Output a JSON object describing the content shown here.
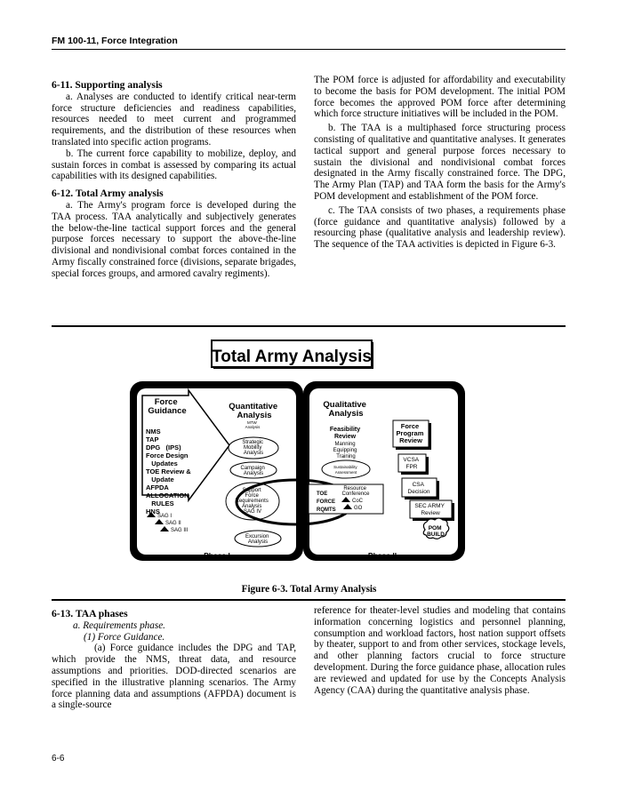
{
  "header": {
    "title": "FM 100-11, Force Integration"
  },
  "left_column": {
    "s611_heading": "6-11. Supporting analysis",
    "s611_a": "a. Analyses are conducted to identify critical near-term force structure deficiencies and readiness capabilities, resources needed to meet current and programmed requirements, and the distribution of these resources when translated into specific action programs.",
    "s611_b": "b. The current force capability to mobilize, deploy, and sustain forces in combat is assessed by comparing its actual capabilities with its designed capabilities.",
    "s612_heading": "6-12. Total Army analysis",
    "s612_a": "a. The Army's program force is developed during the TAA process. TAA analytically and subjectively generates the below-the-line tactical support forces and the general purpose forces necessary to support the above-the-line divisional and nondivisional combat forces contained in the Army fiscally constrained force (divisions, separate brigades, special forces groups, and armored cavalry regiments)."
  },
  "right_column": {
    "p1": "The POM force is adjusted for affordability and executability to become the basis for POM development. The initial POM force becomes the approved POM force after determining which force structure initiatives will be included in the POM.",
    "p_b": "b. The TAA is a multiphased force structuring process consisting of qualitative and quantitative analyses. It generates tactical support and general purpose forces necessary to sustain the divisional and nondivisional combat forces designated in the Army fiscally constrained force. The DPG, The Army Plan (TAP) and TAA form the basis for the Army's POM development and establishment of the POM force.",
    "p_c": "c. The TAA consists of two phases, a requirements phase (force guidance and quantitative analysis) followed by a resourcing phase (qualitative analysis and leadership review). The sequence of the TAA activities is depicted in Figure 6-3."
  },
  "figure": {
    "title": "Total Army Analysis",
    "caption": "Figure 6-3. Total Army Analysis",
    "force_guidance": {
      "title": [
        "Force",
        "Guidance"
      ],
      "items": [
        "NMS",
        "TAP",
        "DPG   (IPS)",
        "Force Design",
        "   Updates",
        "TOE Review &",
        "   Update",
        "AFPDA",
        "ALLOCATION",
        "   RULES",
        "HNS"
      ],
      "sags": [
        "SAG I",
        "SAG II",
        "SAG III"
      ]
    },
    "quantitative": {
      "title": [
        "Quantitative",
        "Analysis"
      ],
      "mtw": [
        "MTW",
        "Analysis"
      ],
      "strategic": [
        "Strategic",
        "Mobility",
        "Analysis"
      ],
      "campaign": [
        "Campaign",
        "Analysis"
      ],
      "support": [
        "Support",
        "Force",
        "Requirements",
        "Analysis",
        "SAG IV"
      ],
      "excursion": [
        "Excursion",
        "Analysis"
      ]
    },
    "qualitative": {
      "title": [
        "Qualitative",
        "Analysis"
      ],
      "feasibility": [
        "Feasibility",
        "Review",
        "Manning",
        "Equipping",
        "Training"
      ],
      "sustainability": [
        "Sustainability",
        "Assessment"
      ],
      "resource": [
        "Resource",
        "Conference"
      ],
      "toe_block": [
        "TOE",
        "FORCE",
        "RQMTS"
      ],
      "coc": "CoC",
      "go": "GO"
    },
    "review": {
      "force_program": [
        "Force",
        "Program",
        "Review"
      ],
      "vcsa": [
        "VCSA",
        "FPR"
      ],
      "csa": [
        "CSA",
        "Decision"
      ],
      "sec_army": [
        "SEC ARMY",
        "Review"
      ],
      "pom": [
        "POM",
        "BUILD"
      ]
    },
    "phase1": "Phase I",
    "phase2": "Phase II"
  },
  "bottom_left": {
    "s613_heading": "6-13. TAA phases",
    "sub_a": "a. Requirements phase.",
    "sub_1": "(1) Force Guidance.",
    "para": "(a) Force guidance includes the DPG and TAP, which provide the NMS, threat data, and resource assumptions and priorities. DOD-directed scenarios are specified in the illustrative planning scenarios. The Army force planning data and assumptions (AFPDA) document is a single-source"
  },
  "bottom_right": {
    "para": "reference for theater-level studies and modeling that contains information concerning logistics and personnel planning, consumption and workload factors, host nation support offsets by theater, support to and from other services, stockage levels, and other planning factors crucial to force structure development. During the force guidance phase, allocation rules are reviewed and updated for use by the Concepts Analysis Agency (CAA) during the quantitative analysis phase."
  },
  "footer": {
    "page_number": "6-6"
  }
}
